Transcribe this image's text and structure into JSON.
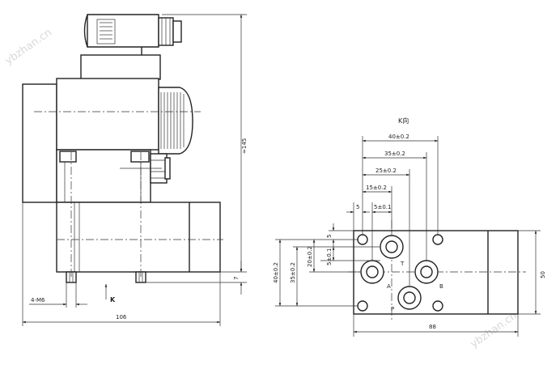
{
  "watermarks": [
    "ybzhan.cn",
    "ybzhan.cn"
  ],
  "side_view": {
    "thread_label": "4-M6",
    "view_marker": "K",
    "overall_width": "106",
    "overall_height": "≈145",
    "base_offset": "7"
  },
  "k_view": {
    "title": "K向",
    "dims_horizontal": [
      "40±0.2",
      "35±0.2",
      "25±0.2",
      "15±0.2",
      "5",
      "5±0.1"
    ],
    "dims_vertical": [
      "40±0.2",
      "35±0.2",
      "20±0.2",
      "5±0.1",
      "5"
    ],
    "width": "88",
    "height": "50",
    "ports": [
      "T",
      "A",
      "B",
      "P"
    ]
  }
}
